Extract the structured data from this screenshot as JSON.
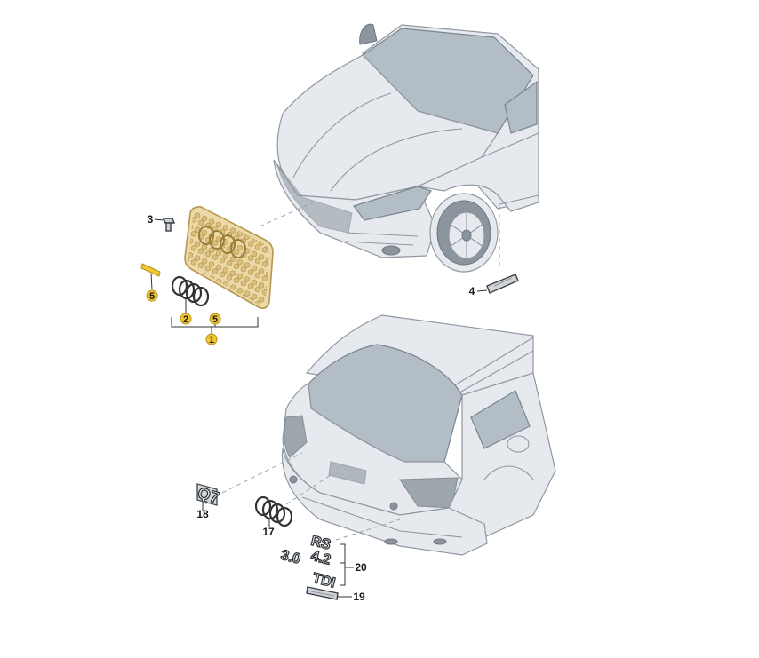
{
  "callouts": [
    {
      "id": "c1",
      "text": "1",
      "highlight": true
    },
    {
      "id": "c2",
      "text": "2",
      "highlight": true
    },
    {
      "id": "c3",
      "text": "3",
      "highlight": false
    },
    {
      "id": "c4",
      "text": "4",
      "highlight": false
    },
    {
      "id": "c5a",
      "text": "5",
      "highlight": true
    },
    {
      "id": "c5b",
      "text": "5",
      "highlight": true
    },
    {
      "id": "c17",
      "text": "17",
      "highlight": false
    },
    {
      "id": "c18",
      "text": "18",
      "highlight": false
    },
    {
      "id": "c19",
      "text": "19",
      "highlight": false
    },
    {
      "id": "c20",
      "text": "20",
      "highlight": false
    }
  ],
  "badges": {
    "model": "Q7",
    "series": "RS",
    "engine_a": "4.2",
    "engine_b": "3.0",
    "engine_c": "TDI"
  },
  "colors": {
    "highlight": "#f1c733",
    "grille": "#ecd9a8"
  }
}
